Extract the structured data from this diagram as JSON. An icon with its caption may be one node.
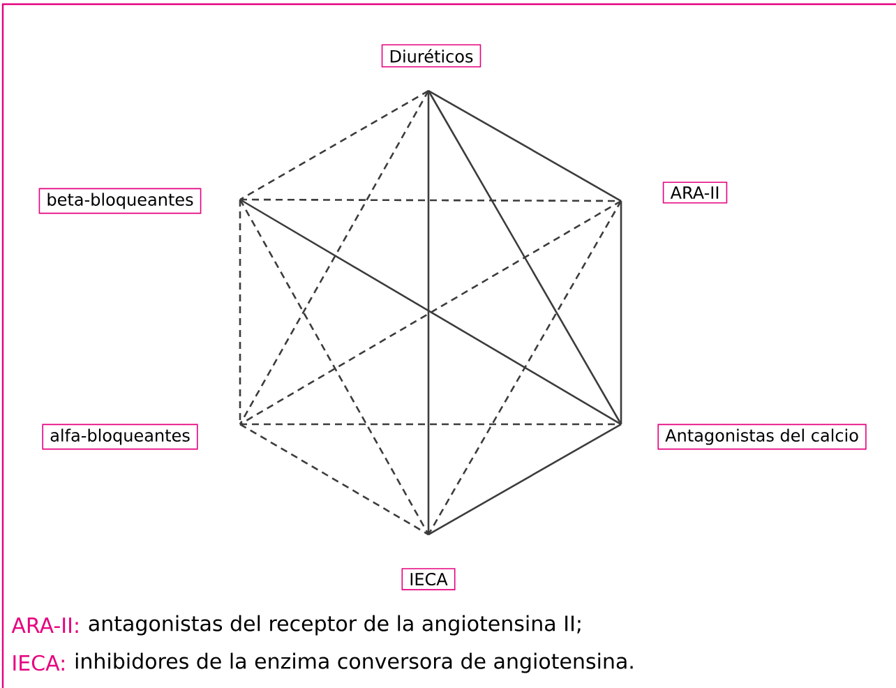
{
  "diagram": {
    "nodes": [
      {
        "text": [
          "Diuréticos"
        ]
      },
      {
        "text": [
          "beta-bloqueantes"
        ]
      },
      {
        "text": [
          "ARA-II"
        ]
      },
      {
        "text": [
          "alfa-bloqueantes"
        ]
      },
      {
        "text": [
          "Antagonistas del calcio"
        ]
      },
      {
        "text": [
          "IECA"
        ]
      }
    ],
    "edges": [
      {
        "from": 0,
        "to": 1,
        "arrow": "none",
        "style": "dashed"
      },
      {
        "from": 0,
        "to": 2,
        "arrow": "none"
      },
      {
        "from": 0,
        "to": 3,
        "arrow": "none",
        "style": "dashed"
      },
      {
        "from": 0,
        "to": 4,
        "arrow": "none"
      },
      {
        "from": 0,
        "to": 5,
        "arrow": "none"
      },
      {
        "from": 1,
        "to": 2,
        "arrow": "none",
        "style": "dashed"
      },
      {
        "from": 1,
        "to": 3,
        "arrow": "none",
        "style": "dashed"
      },
      {
        "from": 1,
        "to": 4,
        "arrow": "none"
      },
      {
        "from": 1,
        "to": 5,
        "arrow": "none",
        "style": "dashed"
      },
      {
        "from": 2,
        "to": 3,
        "arrow": "none",
        "style": "dashed"
      },
      {
        "from": 2,
        "to": 4,
        "arrow": "none"
      },
      {
        "from": 2,
        "to": 5,
        "arrow": "none",
        "style": "dashed"
      },
      {
        "from": 3,
        "to": 4,
        "arrow": "none",
        "style": "dashed"
      },
      {
        "from": 3,
        "to": 5,
        "arrow": "none",
        "style": "dashed"
      },
      {
        "from": 4,
        "to": 5,
        "arrow": "none"
      }
    ],
    "labels": [
      "ARA-II:",
      "antagonistas del receptor de la angiotensina II;",
      "IECA:",
      "inhibidores de la enzima conversora de angiotensina."
    ]
  }
}
